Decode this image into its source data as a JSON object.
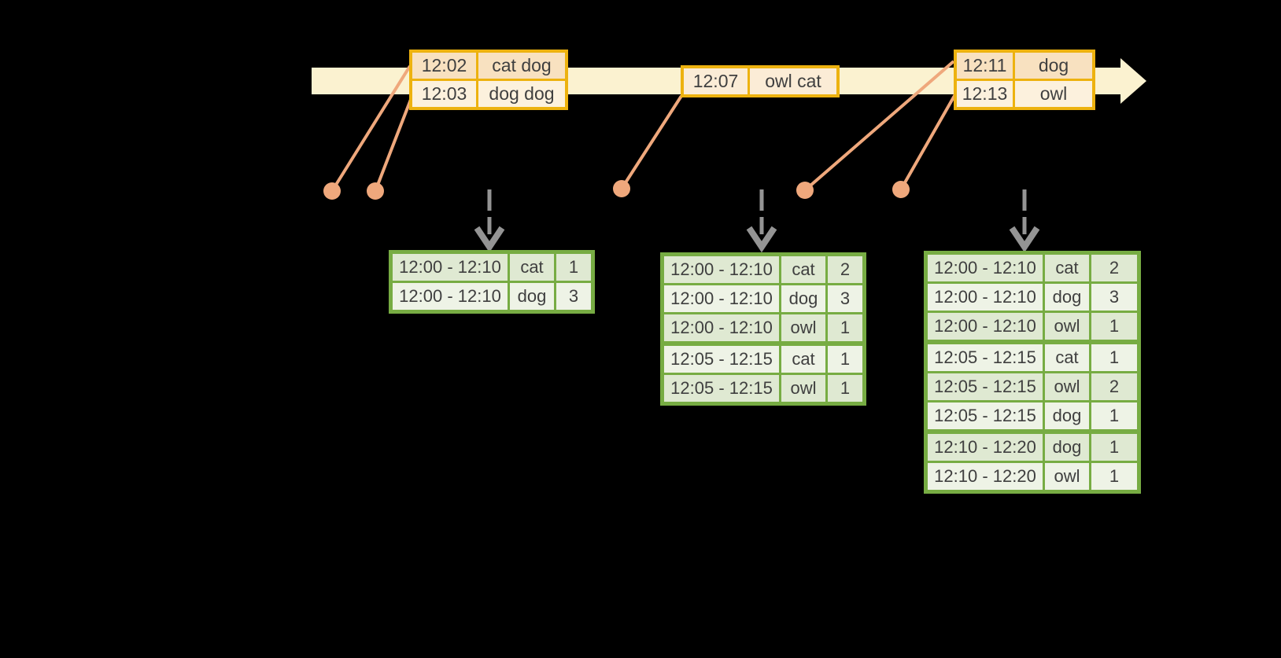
{
  "colors": {
    "background": "#000000",
    "timeline_band": "#fbf2d0",
    "event_table_border": "#edb20f",
    "event_row_dark": "#f8e1c0",
    "event_row_mid": "#fbecd6",
    "event_row_light": "#fcf1dd",
    "connector_salmon": "#efa87c",
    "trigger_arrow_gray": "#949494",
    "result_table_border": "#77ac43",
    "result_row_dark": "#dfe9d2",
    "result_row_light": "#eef3e6",
    "text": "#3f3f3f"
  },
  "timeline": {
    "event_tables": [
      {
        "rows": [
          {
            "time": "12:02",
            "words": "cat dog"
          },
          {
            "time": "12:03",
            "words": "dog dog"
          }
        ]
      },
      {
        "rows": [
          {
            "time": "12:07",
            "words": "owl cat"
          }
        ]
      },
      {
        "rows": [
          {
            "time": "12:11",
            "words": "dog"
          },
          {
            "time": "12:13",
            "words": "owl"
          }
        ]
      }
    ]
  },
  "result_tables": [
    {
      "rows": [
        {
          "window": "12:00 - 12:10",
          "word": "cat",
          "count": "1"
        },
        {
          "window": "12:00 - 12:10",
          "word": "dog",
          "count": "3"
        }
      ]
    },
    {
      "rows": [
        {
          "window": "12:00 - 12:10",
          "word": "cat",
          "count": "2"
        },
        {
          "window": "12:00 - 12:10",
          "word": "dog",
          "count": "3"
        },
        {
          "window": "12:00 - 12:10",
          "word": "owl",
          "count": "1"
        },
        {
          "window": "12:05 - 12:15",
          "word": "cat",
          "count": "1"
        },
        {
          "window": "12:05 - 12:15",
          "word": "owl",
          "count": "1"
        }
      ]
    },
    {
      "rows": [
        {
          "window": "12:00 - 12:10",
          "word": "cat",
          "count": "2"
        },
        {
          "window": "12:00 - 12:10",
          "word": "dog",
          "count": "3"
        },
        {
          "window": "12:00 - 12:10",
          "word": "owl",
          "count": "1"
        },
        {
          "window": "12:05 - 12:15",
          "word": "cat",
          "count": "1"
        },
        {
          "window": "12:05 - 12:15",
          "word": "owl",
          "count": "2"
        },
        {
          "window": "12:05 - 12:15",
          "word": "dog",
          "count": "1"
        },
        {
          "window": "12:10 - 12:20",
          "word": "dog",
          "count": "1"
        },
        {
          "window": "12:10 - 12:20",
          "word": "owl",
          "count": "1"
        }
      ]
    }
  ]
}
